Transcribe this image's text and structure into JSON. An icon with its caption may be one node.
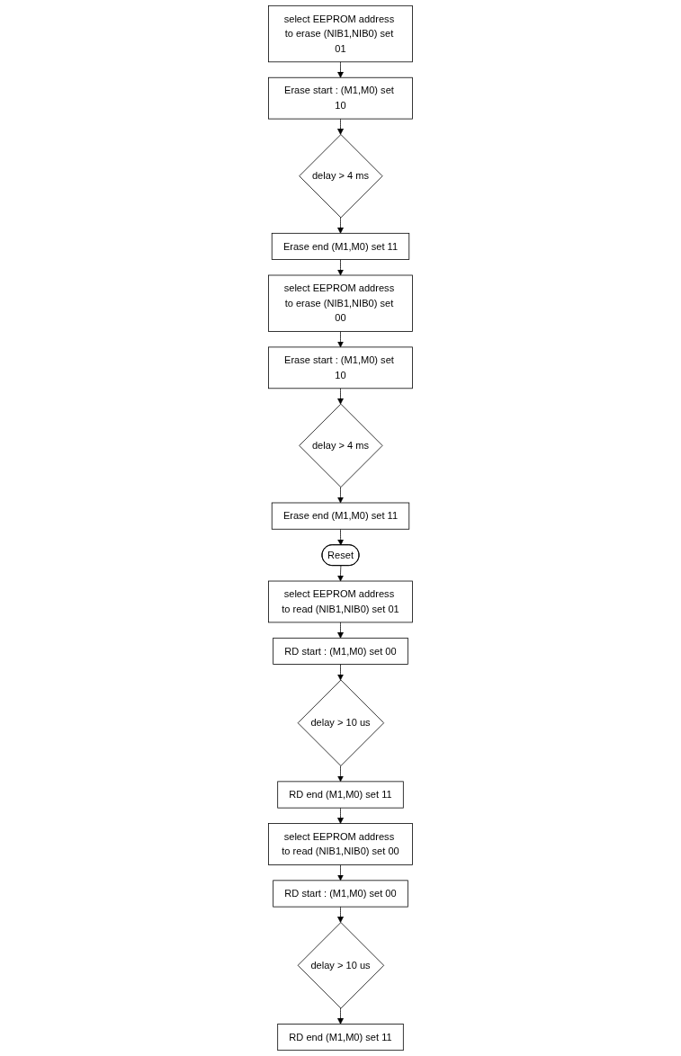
{
  "diagram": {
    "nodes": [
      {
        "text": [
          "select EEPROM address to erase (NIB1,NIB0) set 01"
        ]
      },
      {
        "text": [
          "Erase start : (M1,M0) set 10"
        ]
      },
      {
        "text": [
          "delay > 4 ms"
        ]
      },
      {
        "text": [
          "Erase end (M1,M0) set 11"
        ]
      },
      {
        "text": [
          "select EEPROM address to erase (NIB1,NIB0) set 00"
        ]
      },
      {
        "text": [
          "Erase start : (M1,M0) set 10"
        ]
      },
      {
        "text": [
          "delay > 4 ms"
        ]
      },
      {
        "text": [
          "Erase end (M1,M0) set 11"
        ]
      },
      {
        "text": [
          "Reset"
        ]
      },
      {
        "text": [
          "select EEPROM address to read (NIB1,NIB0) set 01"
        ]
      },
      {
        "text": [
          "RD start : (M1,M0) set 00"
        ]
      },
      {
        "text": [
          "delay > 10 us"
        ]
      },
      {
        "text": [
          "RD end (M1,M0) set 11"
        ]
      },
      {
        "text": [
          "select EEPROM address to read (NIB1,NIB0) set 00"
        ]
      },
      {
        "text": [
          "RD start : (M1,M0) set 00"
        ]
      },
      {
        "text": [
          "delay > 10 us"
        ]
      },
      {
        "text": [
          "RD end (M1,M0) set 11"
        ]
      }
    ],
    "edges": [
      {
        "from": 0,
        "to": 1,
        "arrow": "to"
      },
      {
        "from": 1,
        "to": 2,
        "arrow": "to"
      },
      {
        "from": 2,
        "to": 3,
        "arrow": "to"
      },
      {
        "from": 3,
        "to": 4,
        "arrow": "to"
      },
      {
        "from": 4,
        "to": 5,
        "arrow": "to"
      },
      {
        "from": 5,
        "to": 6,
        "arrow": "to"
      },
      {
        "from": 6,
        "to": 7,
        "arrow": "to"
      },
      {
        "from": 7,
        "to": 8,
        "arrow": "to"
      },
      {
        "from": 8,
        "to": 9,
        "arrow": "to"
      },
      {
        "from": 9,
        "to": 10,
        "arrow": "to"
      },
      {
        "from": 10,
        "to": 11,
        "arrow": "to"
      },
      {
        "from": 11,
        "to": 12,
        "arrow": "to"
      },
      {
        "from": 12,
        "to": 13,
        "arrow": "to"
      },
      {
        "from": 13,
        "to": 14,
        "arrow": "to"
      },
      {
        "from": 14,
        "to": 15,
        "arrow": "to"
      },
      {
        "from": 15,
        "to": 16,
        "arrow": "to"
      }
    ]
  }
}
